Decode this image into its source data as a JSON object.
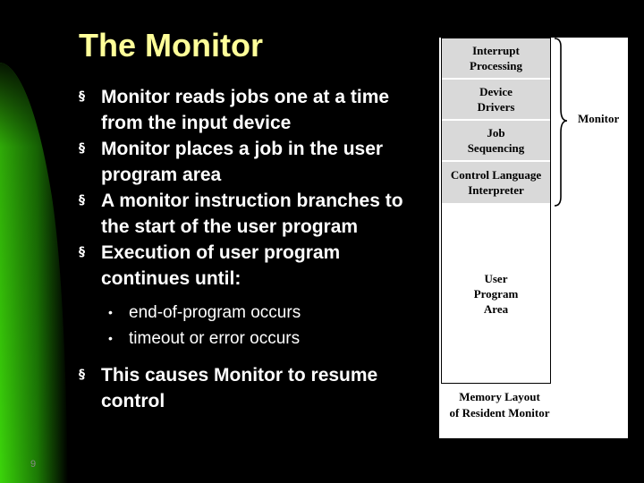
{
  "slide": {
    "title": "The Monitor",
    "page_number": "9",
    "bullets": [
      "Monitor reads jobs one at a time from the input device",
      "Monitor places a job in the user program area",
      "A monitor instruction branches to the start of the user program",
      "Execution of user program continues until:"
    ],
    "sub_bullets": [
      "end-of-program occurs",
      "timeout or error occurs"
    ],
    "final_bullet": "This causes Monitor to resume control",
    "bullet_marker": "§",
    "sub_marker": "•"
  },
  "figure": {
    "segments": [
      "Interrupt\nProcessing",
      "Device\nDrivers",
      "Job\nSequencing",
      "Control Language\nInterpreter",
      "User\nProgram\nArea"
    ],
    "brace_label": "Monitor",
    "caption": "Memory Layout\nof Resident Monitor"
  },
  "colors": {
    "title": "#ffff99",
    "band_green": "#33cc00",
    "background": "#000000",
    "shaded_segment": "#d9d9d9"
  }
}
